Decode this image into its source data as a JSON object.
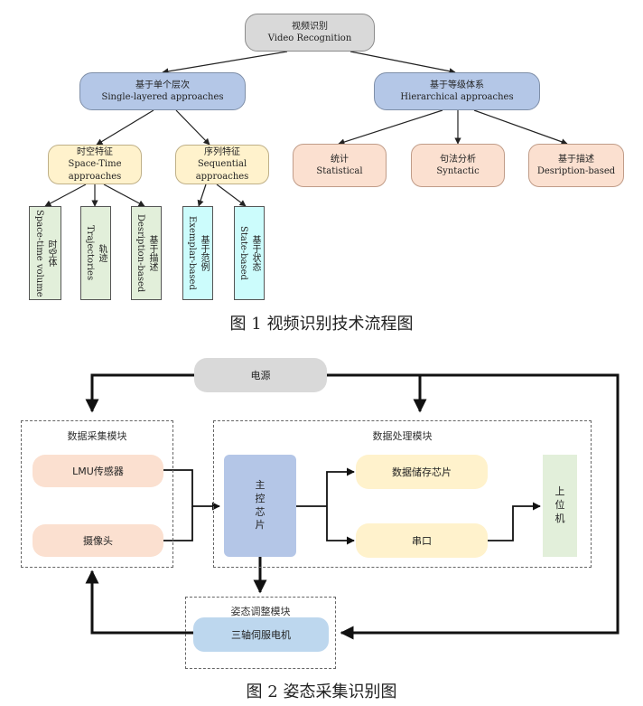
{
  "fig1": {
    "root": {
      "cn": "视频识别",
      "en": "Video Recognition"
    },
    "single": {
      "cn": "基于单个层次",
      "en": "Single-layered approaches"
    },
    "hier": {
      "cn": "基于等级体系",
      "en": "Hierarchical approaches"
    },
    "spacetime": {
      "cn": "时空特征",
      "en": "Space-Time approaches"
    },
    "sequential": {
      "cn": "序列特征",
      "en": "Sequential approaches"
    },
    "statistical": {
      "cn": "统计",
      "en": "Statistical"
    },
    "syntactic": {
      "cn": "句法分析",
      "en": "Syntactic"
    },
    "description": {
      "cn": "基于描述",
      "en": "Desription-based"
    },
    "leaf_volume": {
      "cn": "时空体",
      "en": "Space-time volume"
    },
    "leaf_traj": {
      "cn": "轨迹",
      "en": "Trajectories"
    },
    "leaf_desc": {
      "cn": "基于描述",
      "en": "Desription-based"
    },
    "leaf_exemplar": {
      "cn": "基于范例",
      "en": "Exemplar-based"
    },
    "leaf_state": {
      "cn": "基于状态",
      "en": "State-based"
    },
    "caption": "图 1 视频识别技术流程图"
  },
  "fig2": {
    "power": "电源",
    "acq_module": "数据采集模块",
    "proc_module": "数据处理模块",
    "attitude_module": "姿态调整模块",
    "imu": "LMU传感器",
    "camera": "摄像头",
    "mcu": "主控芯片",
    "storage": "数据储存芯片",
    "serial": "串口",
    "host": "上位机",
    "motor": "三轴伺服电机",
    "caption": "图 2 姿态采集识别图"
  },
  "colors": {
    "gray": "#d9d9d9",
    "blue": "#b4c7e7",
    "yellow": "#fff2cc",
    "peach": "#fbe0d0",
    "green": "#e2efda",
    "cyan": "#ccfcfc",
    "mcu_blue": "#b4c6e7",
    "motor_blue": "#bdd7ee"
  }
}
